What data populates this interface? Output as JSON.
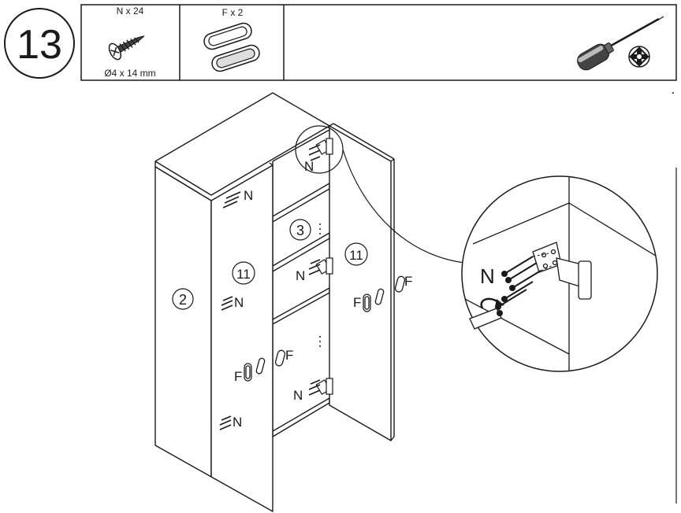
{
  "step": {
    "number": "13"
  },
  "parts": [
    {
      "id": "N",
      "quantity_label": "N x 24",
      "size_label": "Ø4 x 14 mm",
      "icon": "screw-icon"
    },
    {
      "id": "F",
      "quantity_label": "F x 2",
      "icon": "handle-cover-icon"
    }
  ],
  "tools": [
    {
      "icon": "phillips-screwdriver-icon"
    }
  ],
  "callouts": {
    "panel_left": "2",
    "shelf": "3",
    "door_left": "11",
    "door_right": "11",
    "screw_label": "N",
    "handle_label": "F"
  }
}
